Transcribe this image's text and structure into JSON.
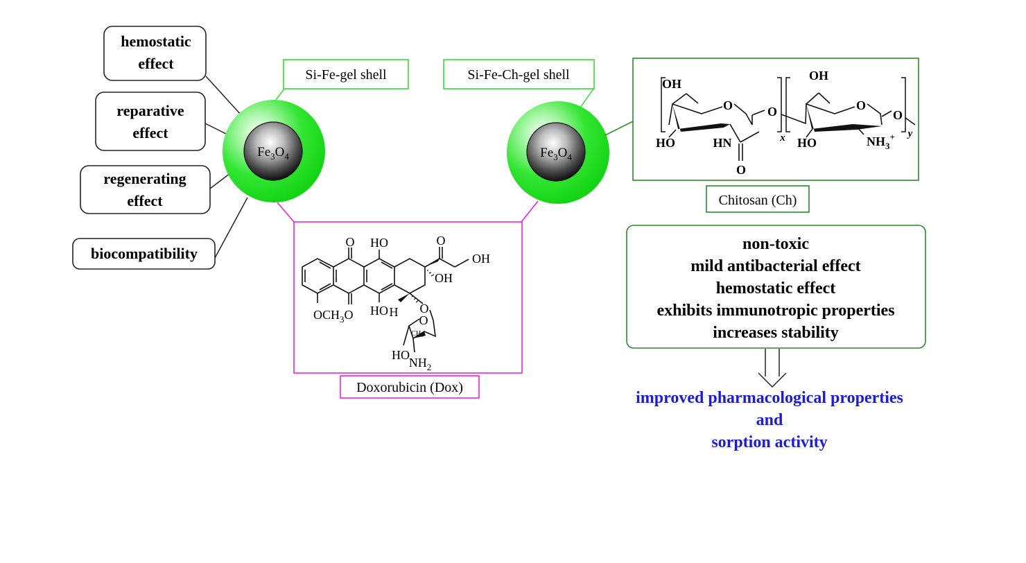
{
  "colors": {
    "shell_green": "#22e022",
    "box_green_light": "#33dd33",
    "box_green_dark": "#2a8a2a",
    "magenta": "#ee22dd",
    "result_blue": "#1a1ae6",
    "core_dark": "#222222"
  },
  "effects": [
    {
      "line1": "hemostatic",
      "line2": "effect"
    },
    {
      "line1": "reparative",
      "line2": "effect"
    },
    {
      "line1": "regenerating",
      "line2": "effect"
    },
    {
      "line1": "biocompatibility",
      "line2": ""
    }
  ],
  "particle_left": {
    "core_label": "Fe",
    "core_sub1": "3",
    "core_mid": "O",
    "core_sub2": "4",
    "shell_label": "Si-Fe-gel shell"
  },
  "particle_right": {
    "core_label": "Fe",
    "core_sub1": "3",
    "core_mid": "O",
    "core_sub2": "4",
    "shell_label": "Si-Fe-Ch-gel shell"
  },
  "doxorubicin": {
    "caption": "Doxorubicin (Dox)",
    "atoms": {
      "o_top": "O",
      "ho_top": "HO",
      "o_keto": "O",
      "oh_chain": "OH",
      "oh_ring": "OH",
      "och3": "OCH",
      "och3_sub": "3",
      "o_bottom": "O",
      "ho_bottom": "HO",
      "h": "H",
      "o_link": "O",
      "o_sugar": "O",
      "ch3": "CH",
      "ch3_sub": "3",
      "ho_sugar": "HO",
      "nh2": "NH",
      "nh2_sub": "2"
    }
  },
  "chitosan": {
    "caption": "Chitosan (Ch)",
    "atoms": {
      "oh1": "OH",
      "o_ring1": "O",
      "o_link": "O",
      "ho1": "HO",
      "hn": "HN",
      "o_carbonyl": "O",
      "x": "x",
      "oh2": "OH",
      "o_ring2": "O",
      "o_end": "O",
      "ho2": "HO",
      "nh3": "NH",
      "nh3_sub": "3",
      "nh3_charge": "+",
      "y": "y"
    }
  },
  "properties": [
    "non-toxic",
    "mild antibacterial effect",
    "hemostatic effect",
    "exhibits immunotropic properties",
    "increases stability"
  ],
  "result": [
    "improved pharmacological properties",
    "and",
    "sorption activity"
  ]
}
